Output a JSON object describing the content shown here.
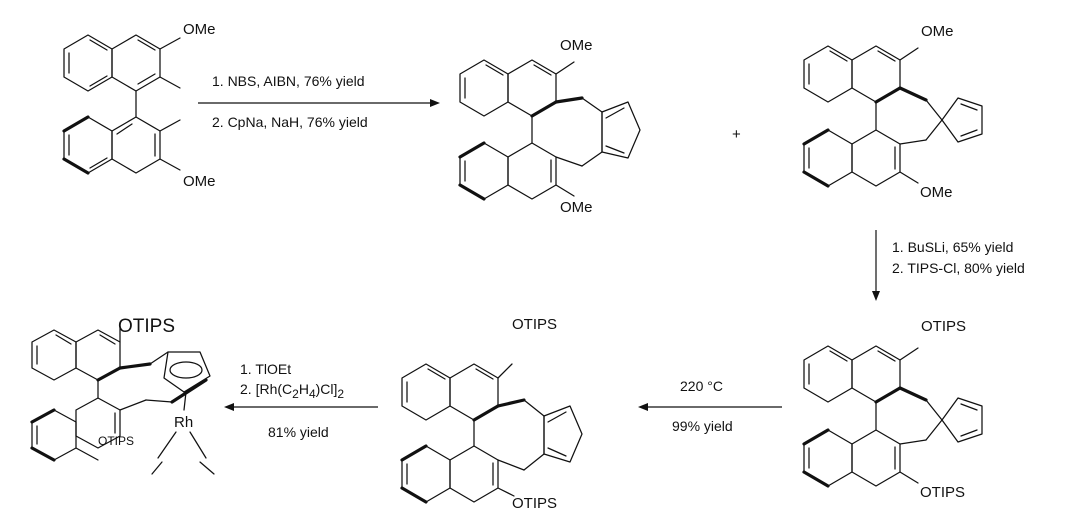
{
  "reactions": {
    "step1": {
      "conditions": [
        "1. NBS, AIBN, 76% yield",
        "2. CpNa, NaH, 76% yield"
      ]
    },
    "plus_sign": "+",
    "step2": {
      "conditions": [
        "1. BuSLi, 65% yield",
        "2. TIPS-Cl, 80% yield"
      ]
    },
    "step3": {
      "conditions": [
        "220 °C",
        "99% yield"
      ]
    },
    "step4": {
      "condition_1": "1. TlOEt",
      "condition_2_prefix": "2. [Rh(C",
      "condition_2_sub1": "2",
      "condition_2_mid": "H",
      "condition_2_sub2": "4",
      "condition_2_suffix": ")Cl]",
      "condition_2_sub3": "2",
      "yield": "81% yield"
    }
  },
  "compounds": {
    "c1": {
      "top_group": "OMe",
      "bottom_group": "OMe"
    },
    "c2": {
      "top_group": "OMe",
      "bottom_group": "OMe"
    },
    "c3": {
      "top_group": "OMe",
      "bottom_group": "OMe"
    },
    "c4": {
      "top_group": "OTIPS",
      "bottom_group": "OTIPS"
    },
    "c5": {
      "top_group": "OTIPS",
      "bottom_group": "OTIPS"
    },
    "c6": {
      "top_group": "OTIPS",
      "bottom_group": "OTIPS",
      "metal": "Rh"
    }
  }
}
